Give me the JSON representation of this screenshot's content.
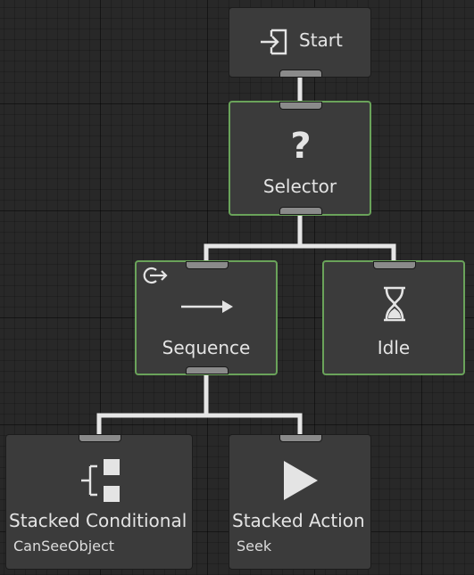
{
  "nodes": {
    "start": {
      "title": "Start",
      "icon": "enter-icon"
    },
    "selector": {
      "title": "Selector",
      "icon": "question-icon"
    },
    "sequence": {
      "title": "Sequence",
      "icon": "arrow-right-icon",
      "badge_icon": "repeat-icon"
    },
    "idle": {
      "title": "Idle",
      "icon": "hourglass-icon"
    },
    "stacked_conditional": {
      "title": "Stacked Conditional",
      "subtitle": "CanSeeObject",
      "icon": "branch-icon"
    },
    "stacked_action": {
      "title": "Stacked Action",
      "subtitle": "Seek",
      "icon": "play-icon"
    }
  },
  "colors": {
    "background": "#282828",
    "node": "#3b3b3b",
    "active_outline": "#6aa35a",
    "edge": "#e6e6e6",
    "port": "#8a8a8a"
  }
}
